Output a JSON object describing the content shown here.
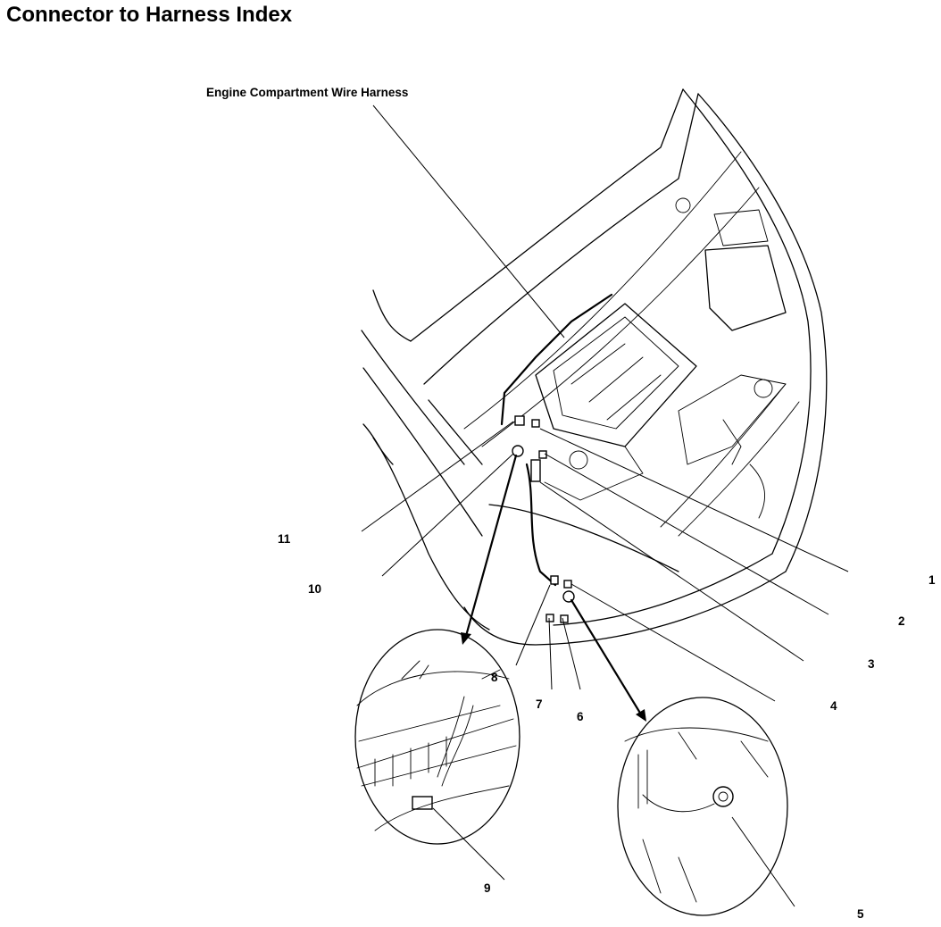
{
  "page": {
    "title": "Connector to Harness Index"
  },
  "diagram": {
    "harness_label": "Engine Compartment Wire Harness",
    "callouts": [
      {
        "id": "1",
        "label": "1"
      },
      {
        "id": "2",
        "label": "2"
      },
      {
        "id": "3",
        "label": "3"
      },
      {
        "id": "4",
        "label": "4"
      },
      {
        "id": "5",
        "label": "5"
      },
      {
        "id": "6",
        "label": "6"
      },
      {
        "id": "7",
        "label": "7"
      },
      {
        "id": "8",
        "label": "8"
      },
      {
        "id": "9",
        "label": "9"
      },
      {
        "id": "10",
        "label": "10"
      },
      {
        "id": "11",
        "label": "11"
      }
    ]
  }
}
